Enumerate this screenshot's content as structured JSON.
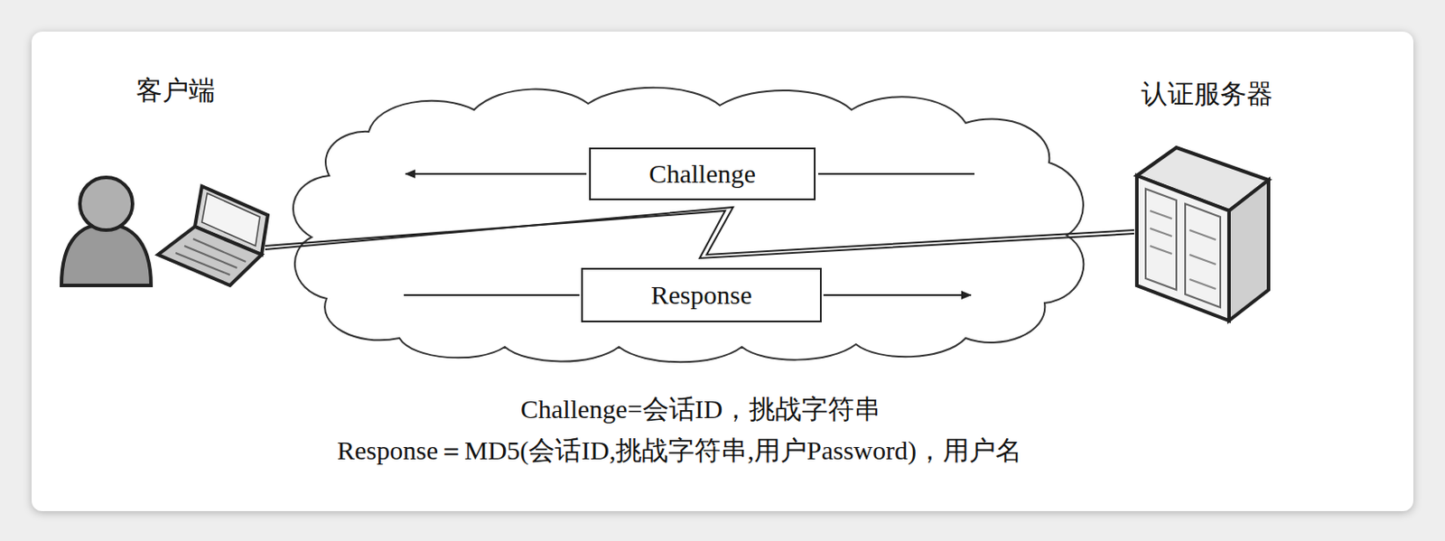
{
  "diagram": {
    "nodes": [
      {
        "text": [
          "Challenge"
        ]
      },
      {
        "text": [
          "Response"
        ]
      }
    ],
    "labels": [
      "客户端",
      "认证服务器",
      "Challenge=会话ID，挑战字符串",
      "Response＝MD5(会话ID,挑战字符串,用户Password)，用户名"
    ]
  }
}
